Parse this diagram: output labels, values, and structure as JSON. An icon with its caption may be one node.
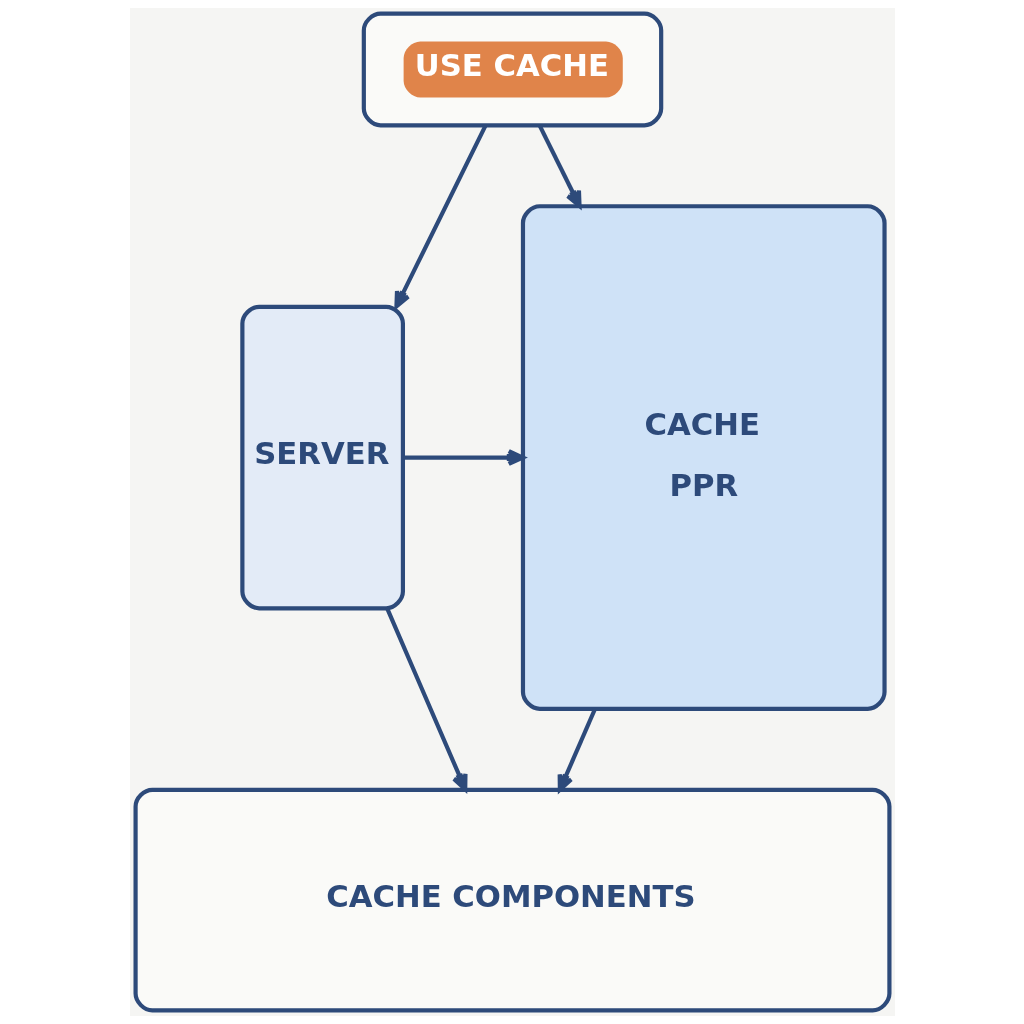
{
  "diagram": {
    "nodes": [
      {
        "text": [
          "USE CACHE"
        ]
      },
      {
        "text": [
          "SERVER"
        ]
      },
      {
        "text": [
          "CACHE",
          "PPR"
        ]
      },
      {
        "text": [
          "CACHE COMPONENTS"
        ]
      }
    ],
    "edges": [
      {
        "from": 0,
        "to": 2,
        "arrow": "to"
      },
      {
        "from": 0,
        "to": 1,
        "arrow": "to"
      },
      {
        "from": 1,
        "to": 2,
        "arrow": "to"
      },
      {
        "from": 1,
        "to": 3,
        "arrow": "to"
      },
      {
        "from": 2,
        "to": 3,
        "arrow": "to"
      }
    ]
  }
}
